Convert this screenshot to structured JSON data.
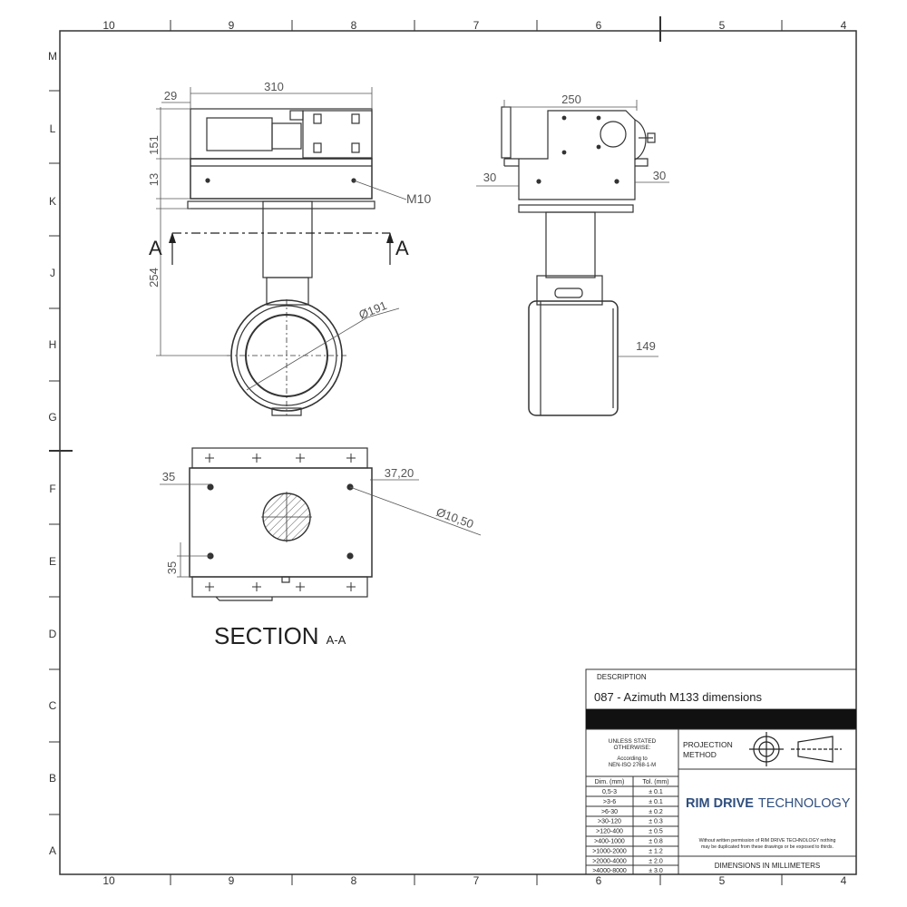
{
  "columns": [
    "10",
    "9",
    "8",
    "7",
    "6",
    "5",
    "4"
  ],
  "rows": [
    "M",
    "L",
    "K",
    "J",
    "H",
    "G",
    "F",
    "E",
    "D",
    "C",
    "B",
    "A"
  ],
  "dimensions": {
    "width_310": "310",
    "offset_29": "29",
    "height_151": "151",
    "plate_13": "13",
    "thread_m10": "M10",
    "drop_254": "254",
    "diameter_191": "Ø191",
    "width_250": "250",
    "flange_left_30": "30",
    "flange_right_30": "30",
    "width_149": "149",
    "hole_x_35": "35",
    "hole_x_37_20": "37,20",
    "hole_dia_10_50": "Ø10,50",
    "hole_y_35": "35"
  },
  "section_markers": {
    "left": "A",
    "right": "A"
  },
  "section_title": {
    "main": "SECTION",
    "suffix": "A-A"
  },
  "title_block": {
    "description_label": "DESCRIPTION",
    "description": "087 - Azimuth M133 dimensions",
    "unless_line1": "UNLESS STATED",
    "unless_line2": "OTHERWISE:",
    "according_line1": "According to",
    "according_line2": "NEN-ISO 2768-1-M",
    "projection_line1": "PROJECTION",
    "projection_line2": "METHOD",
    "company": "RIM DRIVE",
    "company_suffix": "TECHNOLOGY",
    "permission_line1": "Without written permission of RIM DRIVE TECHNOLOGY nothing",
    "permission_line2": "may be duplicated from these drawings or be exposed to thirds.",
    "units": "DIMENSIONS IN MILLIMETERS",
    "tol_header_dim": "Dim. (mm)",
    "tol_header_tol": "Tol. (mm)",
    "tolerances": [
      {
        "dim": "0,5-3",
        "tol": "± 0.1"
      },
      {
        "dim": ">3-6",
        "tol": "± 0.1"
      },
      {
        "dim": ">6-30",
        "tol": "± 0.2"
      },
      {
        "dim": ">30-120",
        "tol": "± 0.3"
      },
      {
        "dim": ">120-400",
        "tol": "± 0.5"
      },
      {
        "dim": ">400-1000",
        "tol": "± 0.8"
      },
      {
        "dim": ">1000-2000",
        "tol": "± 1.2"
      },
      {
        "dim": ">2000-4000",
        "tol": "± 2.0"
      },
      {
        "dim": ">4000-8000",
        "tol": "± 3.0"
      }
    ]
  },
  "colors": {
    "line": "#333333",
    "company_blue": "#2f4f7f",
    "band": "#111111"
  }
}
